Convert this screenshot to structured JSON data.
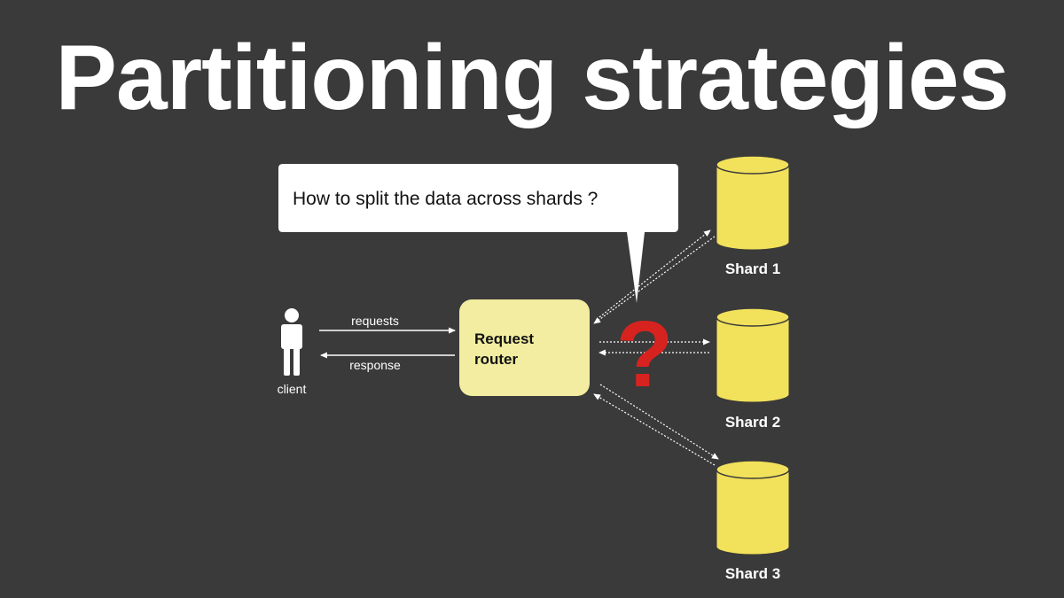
{
  "slide": {
    "title": "Partitioning strategies"
  },
  "callout": {
    "text": "How to split the data across shards ?"
  },
  "client": {
    "label": "client"
  },
  "arrows": {
    "requests_label": "requests",
    "response_label": "response"
  },
  "router": {
    "line1": "Request",
    "line2": "router"
  },
  "question_mark": "?",
  "shards": [
    {
      "label": "Shard 1"
    },
    {
      "label": "Shard 2"
    },
    {
      "label": "Shard 3"
    }
  ],
  "colors": {
    "background": "#3a3a3a",
    "router_fill": "#f2eda0",
    "shard_fill": "#f2e15a",
    "question_mark": "#d7231f",
    "text_light": "#ffffff",
    "text_dark": "#111111"
  }
}
